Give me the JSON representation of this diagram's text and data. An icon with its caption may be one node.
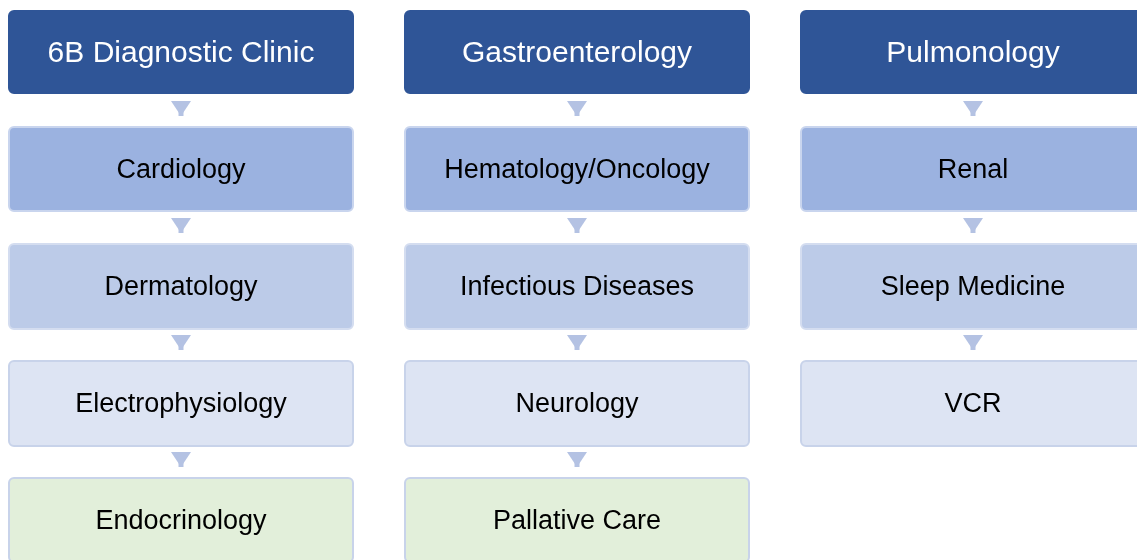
{
  "diagram": {
    "nodes": [
      {
        "text": [
          "6B Diagnostic Clinic"
        ]
      },
      {
        "text": [
          "Cardiology"
        ]
      },
      {
        "text": [
          "Dermatology"
        ]
      },
      {
        "text": [
          "Electrophysiology"
        ]
      },
      {
        "text": [
          "Endocrinology"
        ]
      },
      {
        "text": [
          "Gastroenterology"
        ]
      },
      {
        "text": [
          "Hematology/Oncology"
        ]
      },
      {
        "text": [
          "Infectious Diseases"
        ]
      },
      {
        "text": [
          "Neurology"
        ]
      },
      {
        "text": [
          "Pallative Care"
        ]
      },
      {
        "text": [
          "Pulmonology"
        ]
      },
      {
        "text": [
          "Renal"
        ]
      },
      {
        "text": [
          "Sleep Medicine"
        ]
      },
      {
        "text": [
          "VCR"
        ]
      }
    ],
    "edges": [
      {
        "from": 0,
        "to": 1,
        "arrow": "to"
      },
      {
        "from": 1,
        "to": 2,
        "arrow": "to"
      },
      {
        "from": 2,
        "to": 3,
        "arrow": "to"
      },
      {
        "from": 3,
        "to": 4,
        "arrow": "to"
      },
      {
        "from": 5,
        "to": 6,
        "arrow": "to"
      },
      {
        "from": 6,
        "to": 7,
        "arrow": "to"
      },
      {
        "from": 7,
        "to": 8,
        "arrow": "to"
      },
      {
        "from": 8,
        "to": 9,
        "arrow": "to"
      },
      {
        "from": 10,
        "to": 11,
        "arrow": "to"
      },
      {
        "from": 11,
        "to": 12,
        "arrow": "to"
      },
      {
        "from": 12,
        "to": 13,
        "arrow": "to"
      }
    ]
  }
}
